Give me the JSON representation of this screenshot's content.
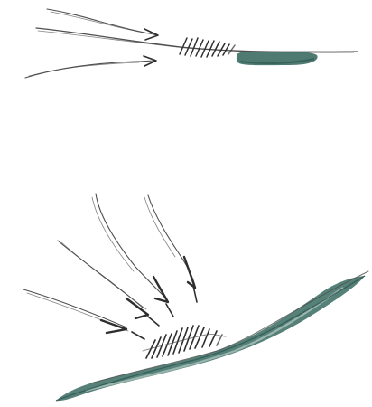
{
  "colors": {
    "background": "#ffffff",
    "pencil": "#4f4f4f",
    "pencil_dark": "#2e2e2e",
    "ink_wash": "#3f6f66",
    "ink_wash_dark": "#2f5851"
  },
  "panels": [
    {
      "id": "top",
      "arrow_count": 2,
      "hatch_strokes": 8
    },
    {
      "id": "bottom",
      "arrow_count": 4,
      "hatch_strokes": 12
    }
  ]
}
